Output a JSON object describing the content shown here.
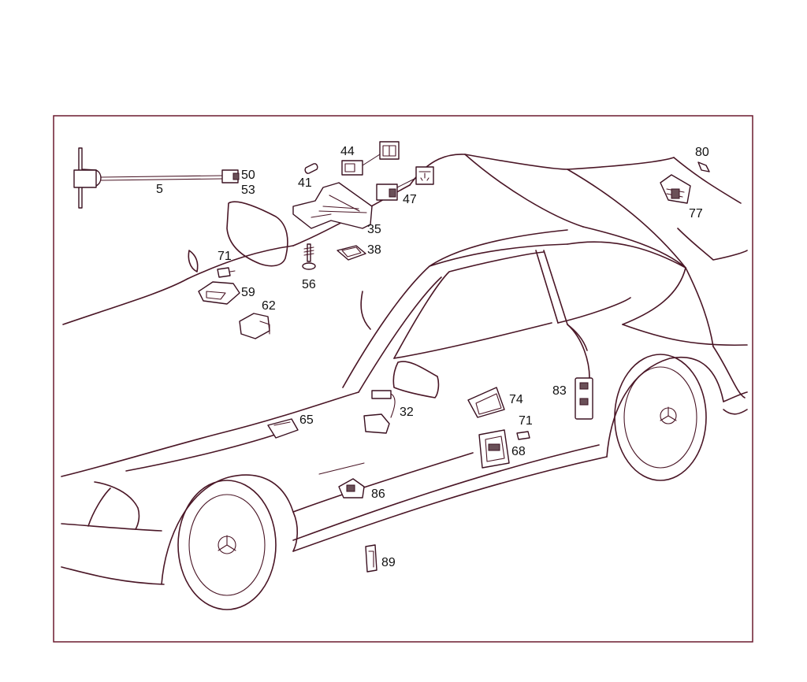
{
  "callouts": [
    {
      "id": "c5",
      "text": "5"
    },
    {
      "id": "c50",
      "text": "50"
    },
    {
      "id": "c53",
      "text": "53"
    },
    {
      "id": "c44",
      "text": "44"
    },
    {
      "id": "c41",
      "text": "41"
    },
    {
      "id": "c47",
      "text": "47"
    },
    {
      "id": "c35",
      "text": "35"
    },
    {
      "id": "c38",
      "text": "38"
    },
    {
      "id": "c56",
      "text": "56"
    },
    {
      "id": "c71a",
      "text": "71"
    },
    {
      "id": "c59",
      "text": "59"
    },
    {
      "id": "c62",
      "text": "62"
    },
    {
      "id": "c80",
      "text": "80"
    },
    {
      "id": "c77",
      "text": "77"
    },
    {
      "id": "c74",
      "text": "74"
    },
    {
      "id": "c83",
      "text": "83"
    },
    {
      "id": "c32",
      "text": "32"
    },
    {
      "id": "c71b",
      "text": "71"
    },
    {
      "id": "c68",
      "text": "68"
    },
    {
      "id": "c65",
      "text": "65"
    },
    {
      "id": "c86",
      "text": "86"
    },
    {
      "id": "c89",
      "text": "89"
    }
  ],
  "colors": {
    "frame": "#6b1a2e",
    "line": "#4a1626",
    "text": "#111111"
  }
}
